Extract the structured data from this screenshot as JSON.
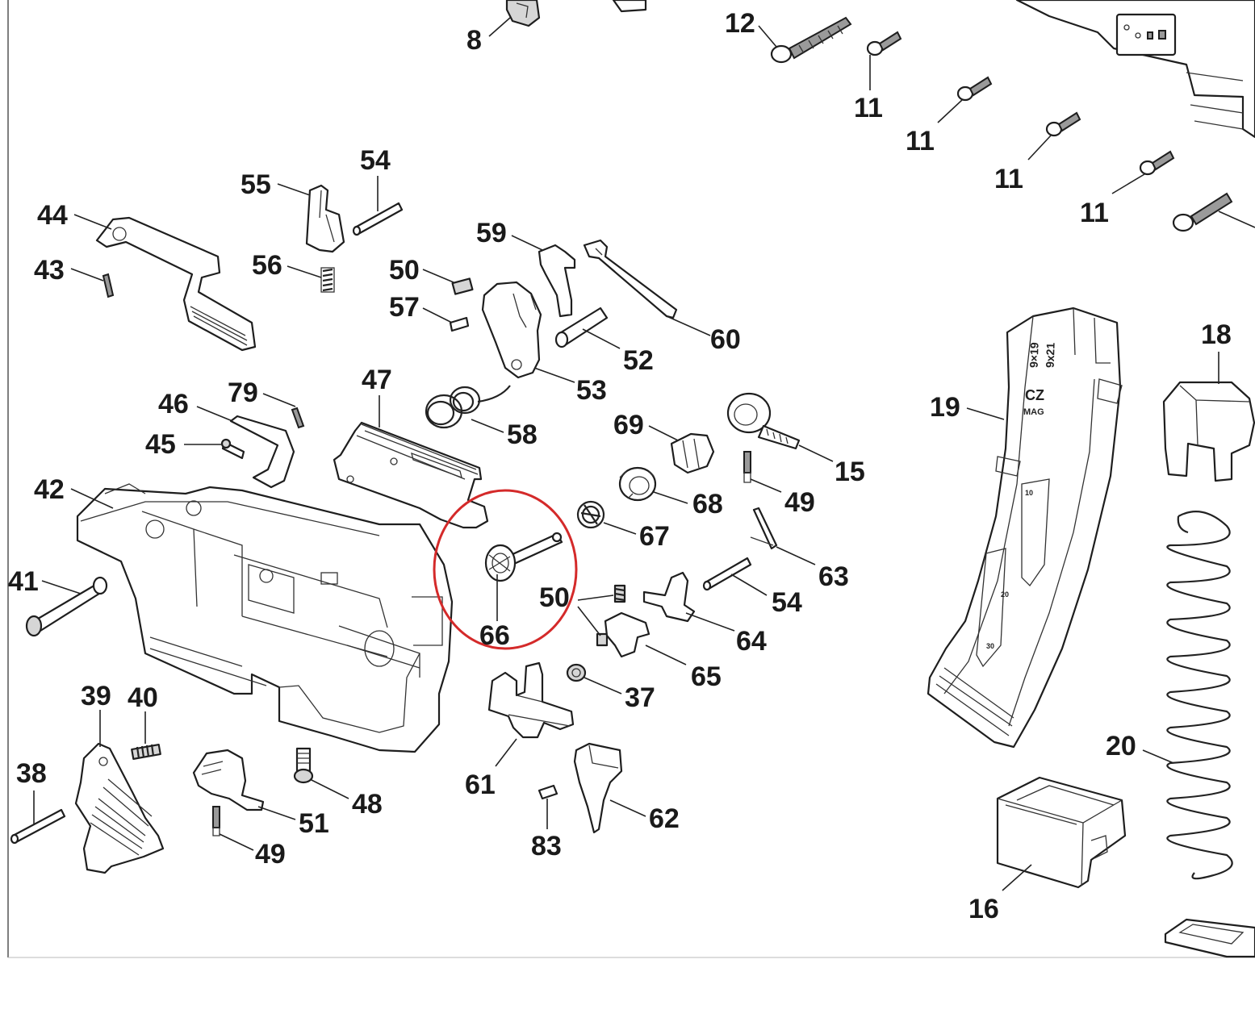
{
  "labels": [
    {
      "id": "8",
      "text": "8"
    },
    {
      "id": "12",
      "text": "12"
    },
    {
      "id": "11a",
      "text": "11"
    },
    {
      "id": "11b",
      "text": "11"
    },
    {
      "id": "11c",
      "text": "11"
    },
    {
      "id": "11d",
      "text": "11"
    },
    {
      "id": "54a",
      "text": "54"
    },
    {
      "id": "55",
      "text": "55"
    },
    {
      "id": "44",
      "text": "44"
    },
    {
      "id": "56",
      "text": "56"
    },
    {
      "id": "43",
      "text": "43"
    },
    {
      "id": "59",
      "text": "59"
    },
    {
      "id": "50a",
      "text": "50"
    },
    {
      "id": "57",
      "text": "57"
    },
    {
      "id": "60",
      "text": "60"
    },
    {
      "id": "52",
      "text": "52"
    },
    {
      "id": "53",
      "text": "53"
    },
    {
      "id": "47",
      "text": "47"
    },
    {
      "id": "79",
      "text": "79"
    },
    {
      "id": "46",
      "text": "46"
    },
    {
      "id": "45",
      "text": "45"
    },
    {
      "id": "58",
      "text": "58"
    },
    {
      "id": "69",
      "text": "69"
    },
    {
      "id": "15",
      "text": "15"
    },
    {
      "id": "42",
      "text": "42"
    },
    {
      "id": "49a",
      "text": "49"
    },
    {
      "id": "68",
      "text": "68"
    },
    {
      "id": "67",
      "text": "67"
    },
    {
      "id": "63",
      "text": "63"
    },
    {
      "id": "41",
      "text": "41"
    },
    {
      "id": "50b",
      "text": "50"
    },
    {
      "id": "54b",
      "text": "54"
    },
    {
      "id": "66",
      "text": "66"
    },
    {
      "id": "64",
      "text": "64"
    },
    {
      "id": "65",
      "text": "65"
    },
    {
      "id": "37",
      "text": "37"
    },
    {
      "id": "39",
      "text": "39"
    },
    {
      "id": "40",
      "text": "40"
    },
    {
      "id": "38",
      "text": "38"
    },
    {
      "id": "48",
      "text": "48"
    },
    {
      "id": "61",
      "text": "61"
    },
    {
      "id": "51",
      "text": "51"
    },
    {
      "id": "62",
      "text": "62"
    },
    {
      "id": "49b",
      "text": "49"
    },
    {
      "id": "83",
      "text": "83"
    },
    {
      "id": "19",
      "text": "19"
    },
    {
      "id": "18",
      "text": "18"
    },
    {
      "id": "20",
      "text": "20"
    },
    {
      "id": "16",
      "text": "16"
    }
  ],
  "magazine": {
    "brand": "CZ",
    "model": "MAG",
    "caliber_1": "9×19",
    "caliber_2": "9x21",
    "count_1": "10",
    "count_2": "20",
    "count_3": "30"
  },
  "highlight": {
    "part": "66",
    "color": "#d42a2a"
  },
  "colors": {
    "line": "#1e1e1e",
    "label": "#1a1a1a"
  }
}
